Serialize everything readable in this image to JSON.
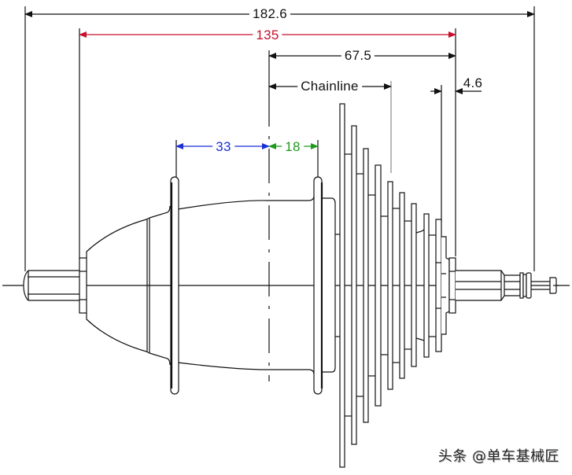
{
  "diagram": {
    "subject": "Rear bicycle hub with cassette — side elevation with dimensions",
    "colors": {
      "line": "#111111",
      "overall_width": "#111111",
      "oln": "#c8102e",
      "left_flange": "#1a2fd6",
      "right_flange": "#1f9a1f",
      "background": "#ffffff"
    },
    "dimensions": {
      "axle_length": {
        "label": "182.6",
        "color": "#111111"
      },
      "oln": {
        "label": "135",
        "color": "#c8102e"
      },
      "half_oln": {
        "label": "67.5"
      },
      "chainline": {
        "label": "Chainline"
      },
      "dropout_offset": {
        "label": "4.6"
      },
      "left_flange_to_center": {
        "label": "33",
        "color": "#1a2fd6"
      },
      "right_flange_to_center": {
        "label": "18",
        "color": "#1f9a1f"
      }
    },
    "cassette": {
      "sprocket_count": 9
    },
    "watermark": "头条 @单车基械匠"
  }
}
